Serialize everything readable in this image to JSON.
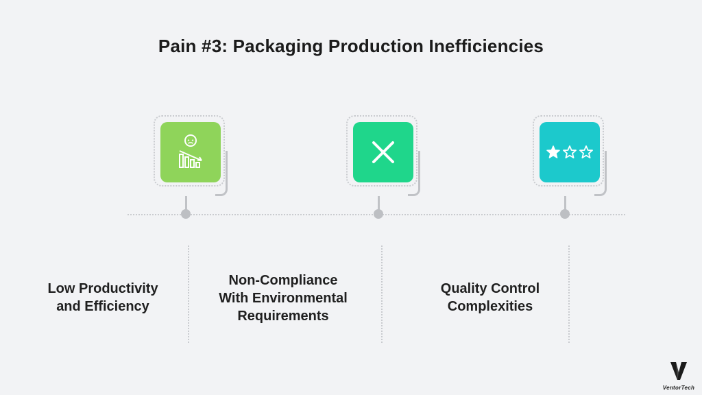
{
  "title": "Pain #3: Packaging Production Inefficiencies",
  "colors": {
    "background": "#f2f3f5",
    "tile_green": "#8fd45a",
    "tile_emerald": "#1fd68b",
    "tile_cyan": "#1cc9cc",
    "connector": "#c0c2c6"
  },
  "items": [
    {
      "icon": "decline-chart-sad-face-icon",
      "color": "#8fd45a",
      "label_lines": [
        "Low Productivity",
        "and Efficiency"
      ]
    },
    {
      "icon": "cross-icon",
      "color": "#1fd68b",
      "label_lines": [
        "Non-Compliance",
        "With Environmental",
        "Requirements"
      ]
    },
    {
      "icon": "star-rating-icon",
      "color": "#1cc9cc",
      "label_lines": [
        "Quality Control",
        "Complexities"
      ]
    }
  ],
  "brand": {
    "name": "VentorTech"
  }
}
